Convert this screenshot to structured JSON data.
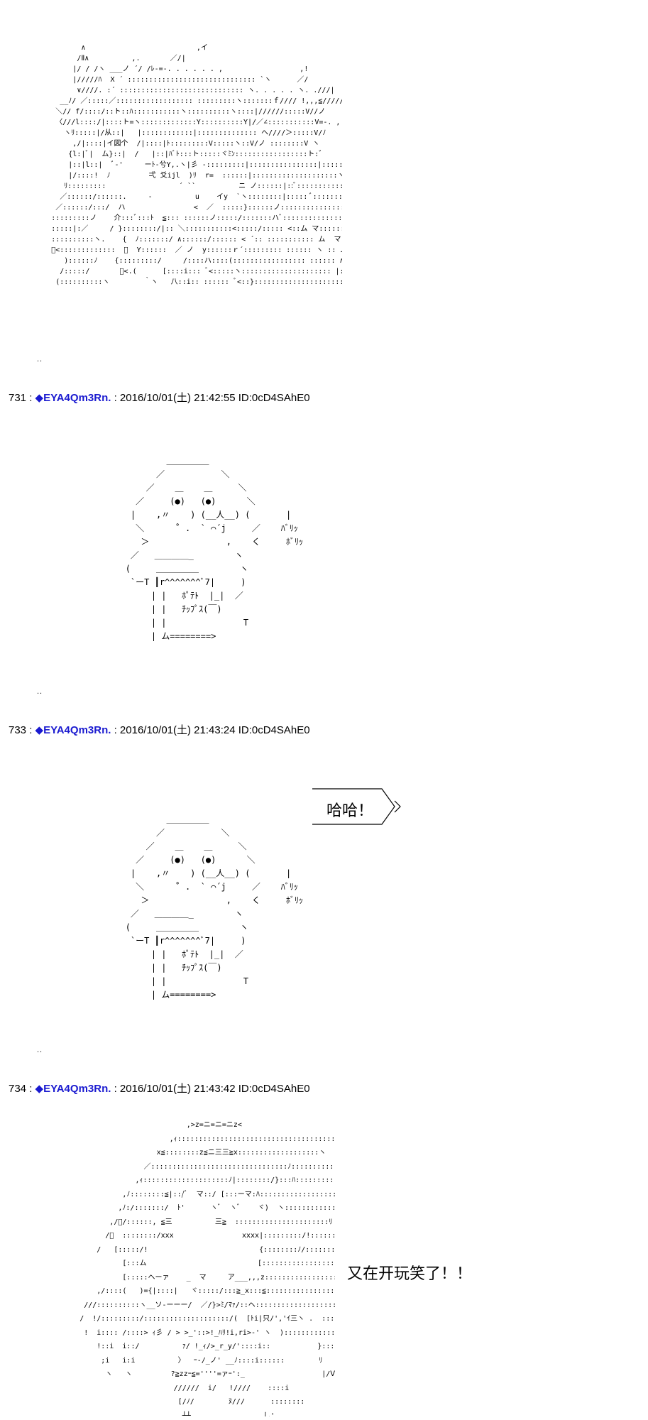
{
  "art": {
    "creature": "                 ∧                          ,イ\n                /Ⅱ∧          ,.       ／/|\n               |/ / /ヽ ___ノ ´/ /ﾚ-=-. . . . . . ,                  ,!\n               |/////ﾊ  X ´ :::::::::::::::::::::::::::::: `ヽ      ／/\n                ∨////. :´ ::::::::::::::::::::::::::::: ヽ. . . . . ヽ. .///|      ＿,,r-=≧.\n            __ﾉ/ ／:::::／:::::::::::::::::: :::::::::ヽ:::::::ｆ//// !,,,≦///// ／\n           ＼// f/::::/::ト::ﾊ:::::::::::ヽ::::::::::ヽ::::|//////:::::V//ノ\n           〈///l::::/|::::ト=ヽ:::::::::::::Y::::::::::Y|/／∠:::::::::::V=-. ,\n             ヽﾘ:::::|/从::|   |::::::::::::|:::::::::::::: ヘ////＞:::::V/ﾉ\n               ,/|::::|イ図个  /|::::|ﾄ:::::::::V:::::ヽ::V/ノ ::::::::V ヽ\n              {l:|ﾞ|  ム}::|  /   |::|ﾊﾞﾄ:::ト:::::ヾﾐﾝ:::::::::::::::::ト:゛\n              |::|l::|  ﾞ-'     ーﾄ-兮Y,.ヽ|彡 -:::::::::|::::::::::::::::|:::::::ヽ\n              |/::::!  ﾉ         弌 爻ijl  )ﾘ  r=  ::::::|::::::::::::::::::::ヽ    ＼ ＿ ／\n             ﾘ:::::::::                 ´ ``          ニ ノ::::::|::ﾞ:::::::::::::::::::::::＼:::::::::::::::::::::\n            ／::::::/::::::.     -          u    イy  `ヽ::::::::|::::: ﾞ:::::::::::::::ム::::＞=-. ,\n           ／::::::/:::/  ハ                <  ／  :::::}::::::ノ::::::::::::::::ヘ::::::::::::::ム::::::::::::::\n          :::::::::ノ    介:::ﾞ:::ﾄ  ≦::: ::::::ノ:::::/:::::::ハﾞ:::::::::::::::::::::ム:::::::::::::::::::\n          :::::|:／     / }::::::::/|:: ＼:::::::::::<:::::/::::: <::ム マ::::::::::::::::ム::::::::::::::::\n          ::::::::::ヽ.    {  ﾉ:::::::/ ∧::::::/:::::: < ´:: ::::::::::: ム  マ:::::::::::::::≧.,=-'\n          ﾞ<:::::::::::::  ）  Y::::::  ／ ノ  y::::::ｒ´::::::::: :::::: ヽ :: ム     ＼:::::::::::::::::::::.\n             )::::::ﾉ    {:::::::::/     /::::ハ::::(::::::::::::::::: :::::: ∧ ::: ム          ﾞ<:::::::::::::::::\n            /:::::/       ﾞ<.(      [::::i::: ﾞ<:::::ヽ::::::::::::::::::::: |:::::|\n           (::::::::::ヽ        ｀ヽ   八::i:: :::::: ﾞ<::}:::::::::::::::::::::::::: I ::: ム",
    "potato": "                    ＿＿＿＿＿\n                  ／           ＼\n                ／    ＿    ＿     ＼\n              ／     (●)   (●)      ＼\n             |    ,〃    ) (__人__) (       |\n              ＼      ˚ .  ` ⌒´j     ／    ﾊﾞﾘｯ\n               ＞               ,    く     ﾎﾞﾘｯ\n             ／   ＿＿＿＿_        ヽ\n            (     ＿＿＿＿＿        ヽ\n             `ーT ┃r^^^^^^^ﾞ7|     )\n                 | |   ﾎﾟﾃﾄ  |_|  ／\n                 | |   ﾁｯﾌﾟｽ(￣)\n                 | |               T\n                 | ム========>",
    "bear": "                                   ,>z=ニ=ニ=ニz<\n                               ,ｨ::::::::::::::::::::::::::::::::::::::::≧x\n                            x≦::::::::z≦ニ三三≧x:::::::::::::::::::ヽ\n                         ／::::::::::::::::::::::::::::::::ﾉ:::::::::::::ヾ::::::::::::::::::ヽ\n                       ,ｨ::::::::::::::::::::ﾉ|::::::::/}:::ﾊ::::::::::::::::::::::::::::\n                    ,ﾉ::::::::≦|::/ﾞ  マ::/ [:::ーマ:ﾊ::::::::::::::::::::::::::::\n                   ,ﾉ:/:::::::/  ﾄ'      ヽﾞ  ヽﾞ    ヾ)  ヽ:::::::::::::::::::::::\n                 ,/ﾞ/::::::, ≦三          三≧  ::::::::::::::::::::::ﾘ\n                /ﾞ  ::::::::/xxx                xxxx|:::::::::/!::::::::::\n              /   [:::::/!                          {::::::::ﾉ/:::::::::::\n                    [:::ム                          [:::::::::::::::::::::::::::::\n                    [:::::ヘーァ    _  マ     ア___,,,z::::::::::::::::::::::::::::::ヽ\n              ,/::::(   )={|::::|   ヾ:::::/:::≧_x:::≦::::::::::::::::::::::::::::::::::::::::::\n           ///::::::::::ヽ__ソ-ーーー/  ／/}>ﾐ/ﾏｧ/::ヘ:::::::::::::::::::::::::::::::::::::::::ヾ.\n          /  !/:::::::::/::::::::::::::::::::/(  [ﾄi|只/','ｲ三ヽ .  ::::::::::::::::::::::::::::::::::::::|}|\n           !  i:::: /::::> ｨ彡 / > >_'::>!_ﾊﾘ!i,ri>-' ヽ  ):::::::::::::::::::::::\n              !::i  i::/          ｧ/ !_ｨ/>_r_y/'::::i::           }::::::::::::::::::::\n               ;i   i:i          〉  ｰ-/_ノ' __ﾉ::::i::::::        ﾘ     ヽ ::::i:::/\n                ヽ   ヽ         ?≧zzｰ≦=''''=ァｰ':_                  |/Ⅴ\n                                //////  i/   !////    ::::i\n                                 [/ﾉ/        ﾇ///      ::::::::\n                                  ┴┴                 し'"
  },
  "posts": [
    {
      "number": "731",
      "sep": " : ",
      "marker": "◆",
      "name": "EYA4Qm3Rn.",
      "datetime": " : 2016/10/01(土) 21:42:55 ID:0cD4SAhE0"
    },
    {
      "number": "733",
      "sep": " : ",
      "marker": "◆",
      "name": "EYA4Qm3Rn.",
      "datetime": " : 2016/10/01(土) 21:43:24 ID:0cD4SAhE0"
    },
    {
      "number": "734",
      "sep": " : ",
      "marker": "◆",
      "name": "EYA4Qm3Rn.",
      "datetime": " : 2016/10/01(土) 21:43:42 ID:0cD4SAhE0"
    }
  ],
  "dots": "..",
  "speech_bubble_text": "哈哈！",
  "caption_text": "又在开玩笑了！！"
}
